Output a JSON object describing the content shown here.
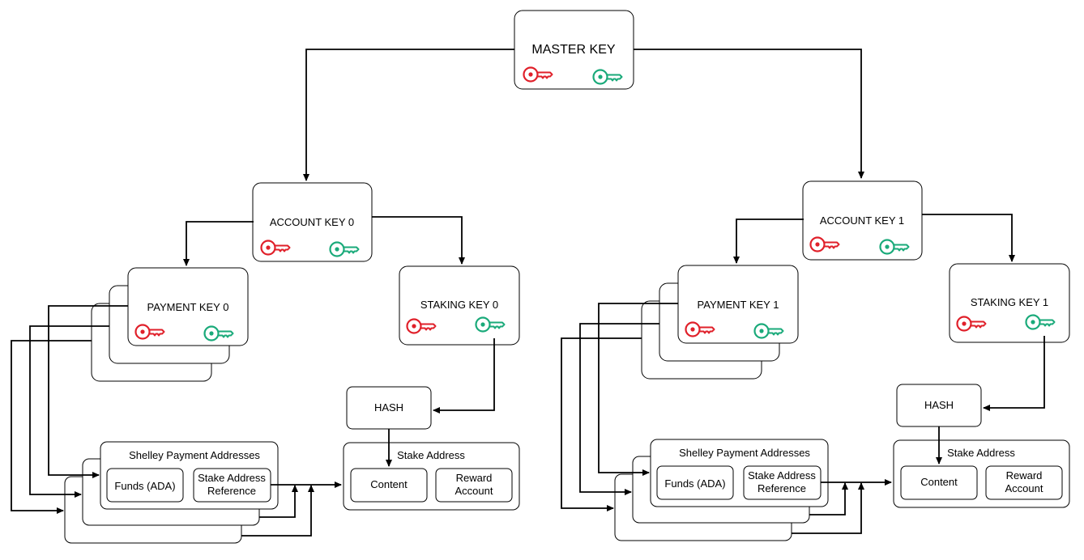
{
  "master": {
    "label": "MASTER KEY"
  },
  "accounts": [
    {
      "label": "ACCOUNT KEY 0",
      "payment_label": "PAYMENT KEY 0",
      "staking_label": "STAKING KEY 0",
      "hash_label": "HASH",
      "shelley_title": "Shelley Payment Addresses",
      "funds_label": "Funds (ADA)",
      "stake_ref_label": [
        "Stake Address",
        "Reference"
      ],
      "stake_address_title": "Stake Address",
      "content_label": "Content",
      "reward_label": [
        "Reward",
        "Account"
      ]
    },
    {
      "label": "ACCOUNT KEY 1",
      "payment_label": "PAYMENT KEY 1",
      "staking_label": "STAKING KEY 1",
      "hash_label": "HASH",
      "shelley_title": "Shelley Payment Addresses",
      "funds_label": "Funds (ADA)",
      "stake_ref_label": [
        "Stake Address",
        "Reference"
      ],
      "stake_address_title": "Stake Address",
      "content_label": "Content",
      "reward_label": [
        "Reward",
        "Account"
      ]
    }
  ],
  "icons": {
    "private_key": {
      "name": "private-key-icon",
      "color": "#e0202a"
    },
    "public_key": {
      "name": "public-key-icon",
      "color": "#1aaa7a"
    }
  }
}
